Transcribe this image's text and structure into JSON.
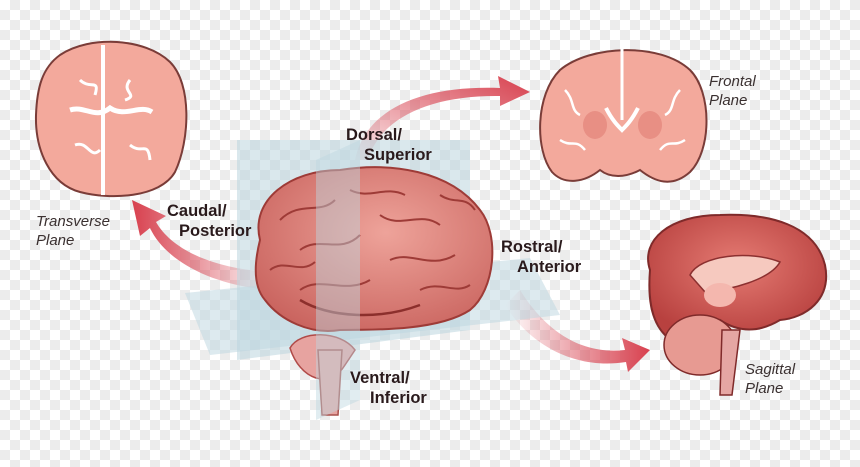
{
  "directions": {
    "dorsal": [
      "Dorsal/",
      "Superior"
    ],
    "caudal": [
      "Caudal/",
      "Posterior"
    ],
    "rostral": [
      "Rostral/",
      "Anterior"
    ],
    "ventral": [
      "Ventral/",
      "Inferior"
    ]
  },
  "planes": {
    "transverse": [
      "Transverse",
      "Plane"
    ],
    "frontal": [
      "Frontal",
      "Plane"
    ],
    "sagittal": [
      "Sagittal",
      "Plane"
    ]
  },
  "colors": {
    "arrow": "#d8404e",
    "brain": "#e0837c",
    "brain_dark": "#a8403c",
    "section": "#f3a99c",
    "plane": "#bcd6df"
  }
}
